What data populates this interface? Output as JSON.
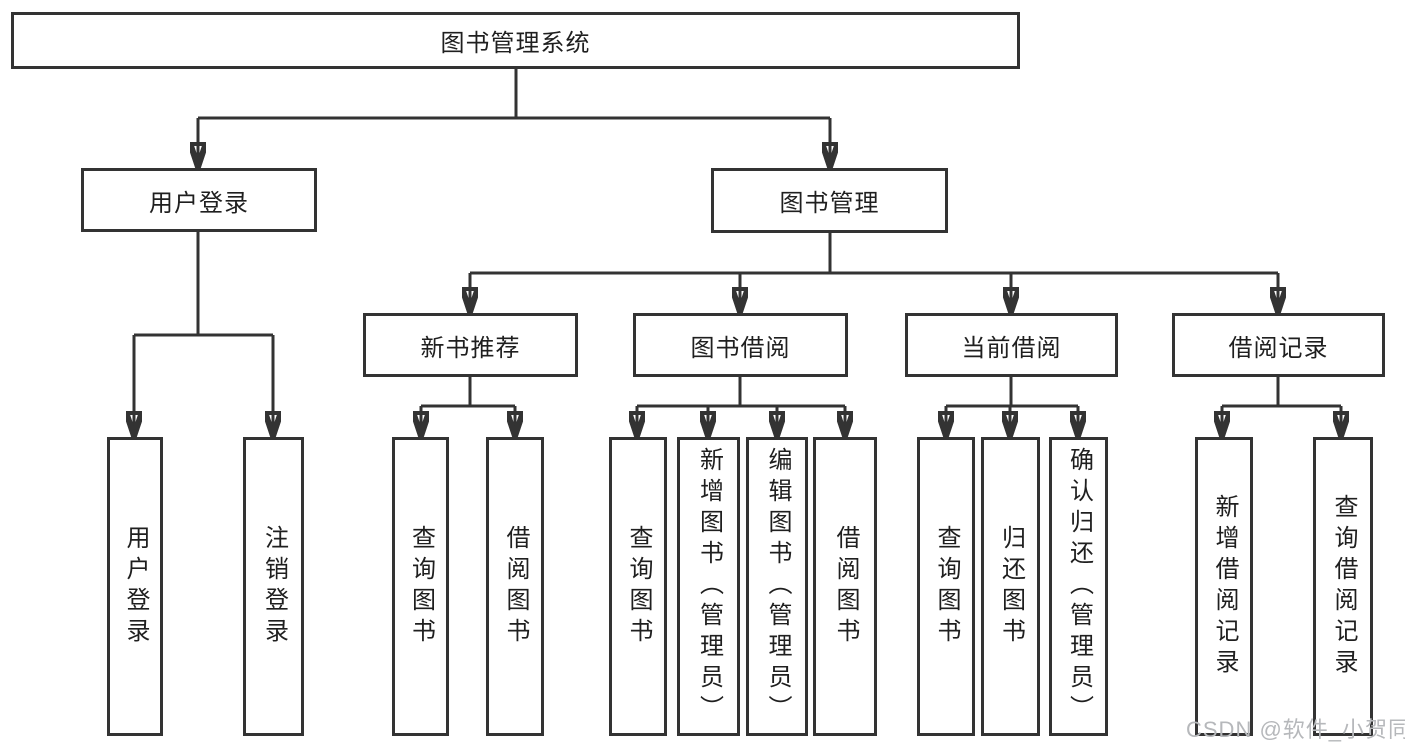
{
  "tree": {
    "root": {
      "label": "图书管理系统"
    },
    "user_login": {
      "label": "用户登录",
      "children": [
        {
          "label": "用户登录"
        },
        {
          "label": "注销登录"
        }
      ]
    },
    "book_mgmt": {
      "label": "图书管理",
      "sections": [
        {
          "label": "新书推荐",
          "children": [
            {
              "label": "查询图书"
            },
            {
              "label": "借阅图书"
            }
          ]
        },
        {
          "label": "图书借阅",
          "children": [
            {
              "label": "查询图书"
            },
            {
              "label": "新增图书（管理员）"
            },
            {
              "label": "编辑图书（管理员）"
            },
            {
              "label": "借阅图书"
            }
          ]
        },
        {
          "label": "当前借阅",
          "children": [
            {
              "label": "查询图书"
            },
            {
              "label": "归还图书"
            },
            {
              "label": "确认归还（管理员）"
            }
          ]
        },
        {
          "label": "借阅记录",
          "children": [
            {
              "label": "新增借阅记录"
            },
            {
              "label": "查询借阅记录"
            }
          ]
        }
      ]
    }
  },
  "watermark": "CSDN @软件_小贺同学",
  "colors": {
    "line": "#333333",
    "text": "#1f1f1f",
    "box_background": "#ffffff",
    "watermark": "#b6b8bb"
  }
}
